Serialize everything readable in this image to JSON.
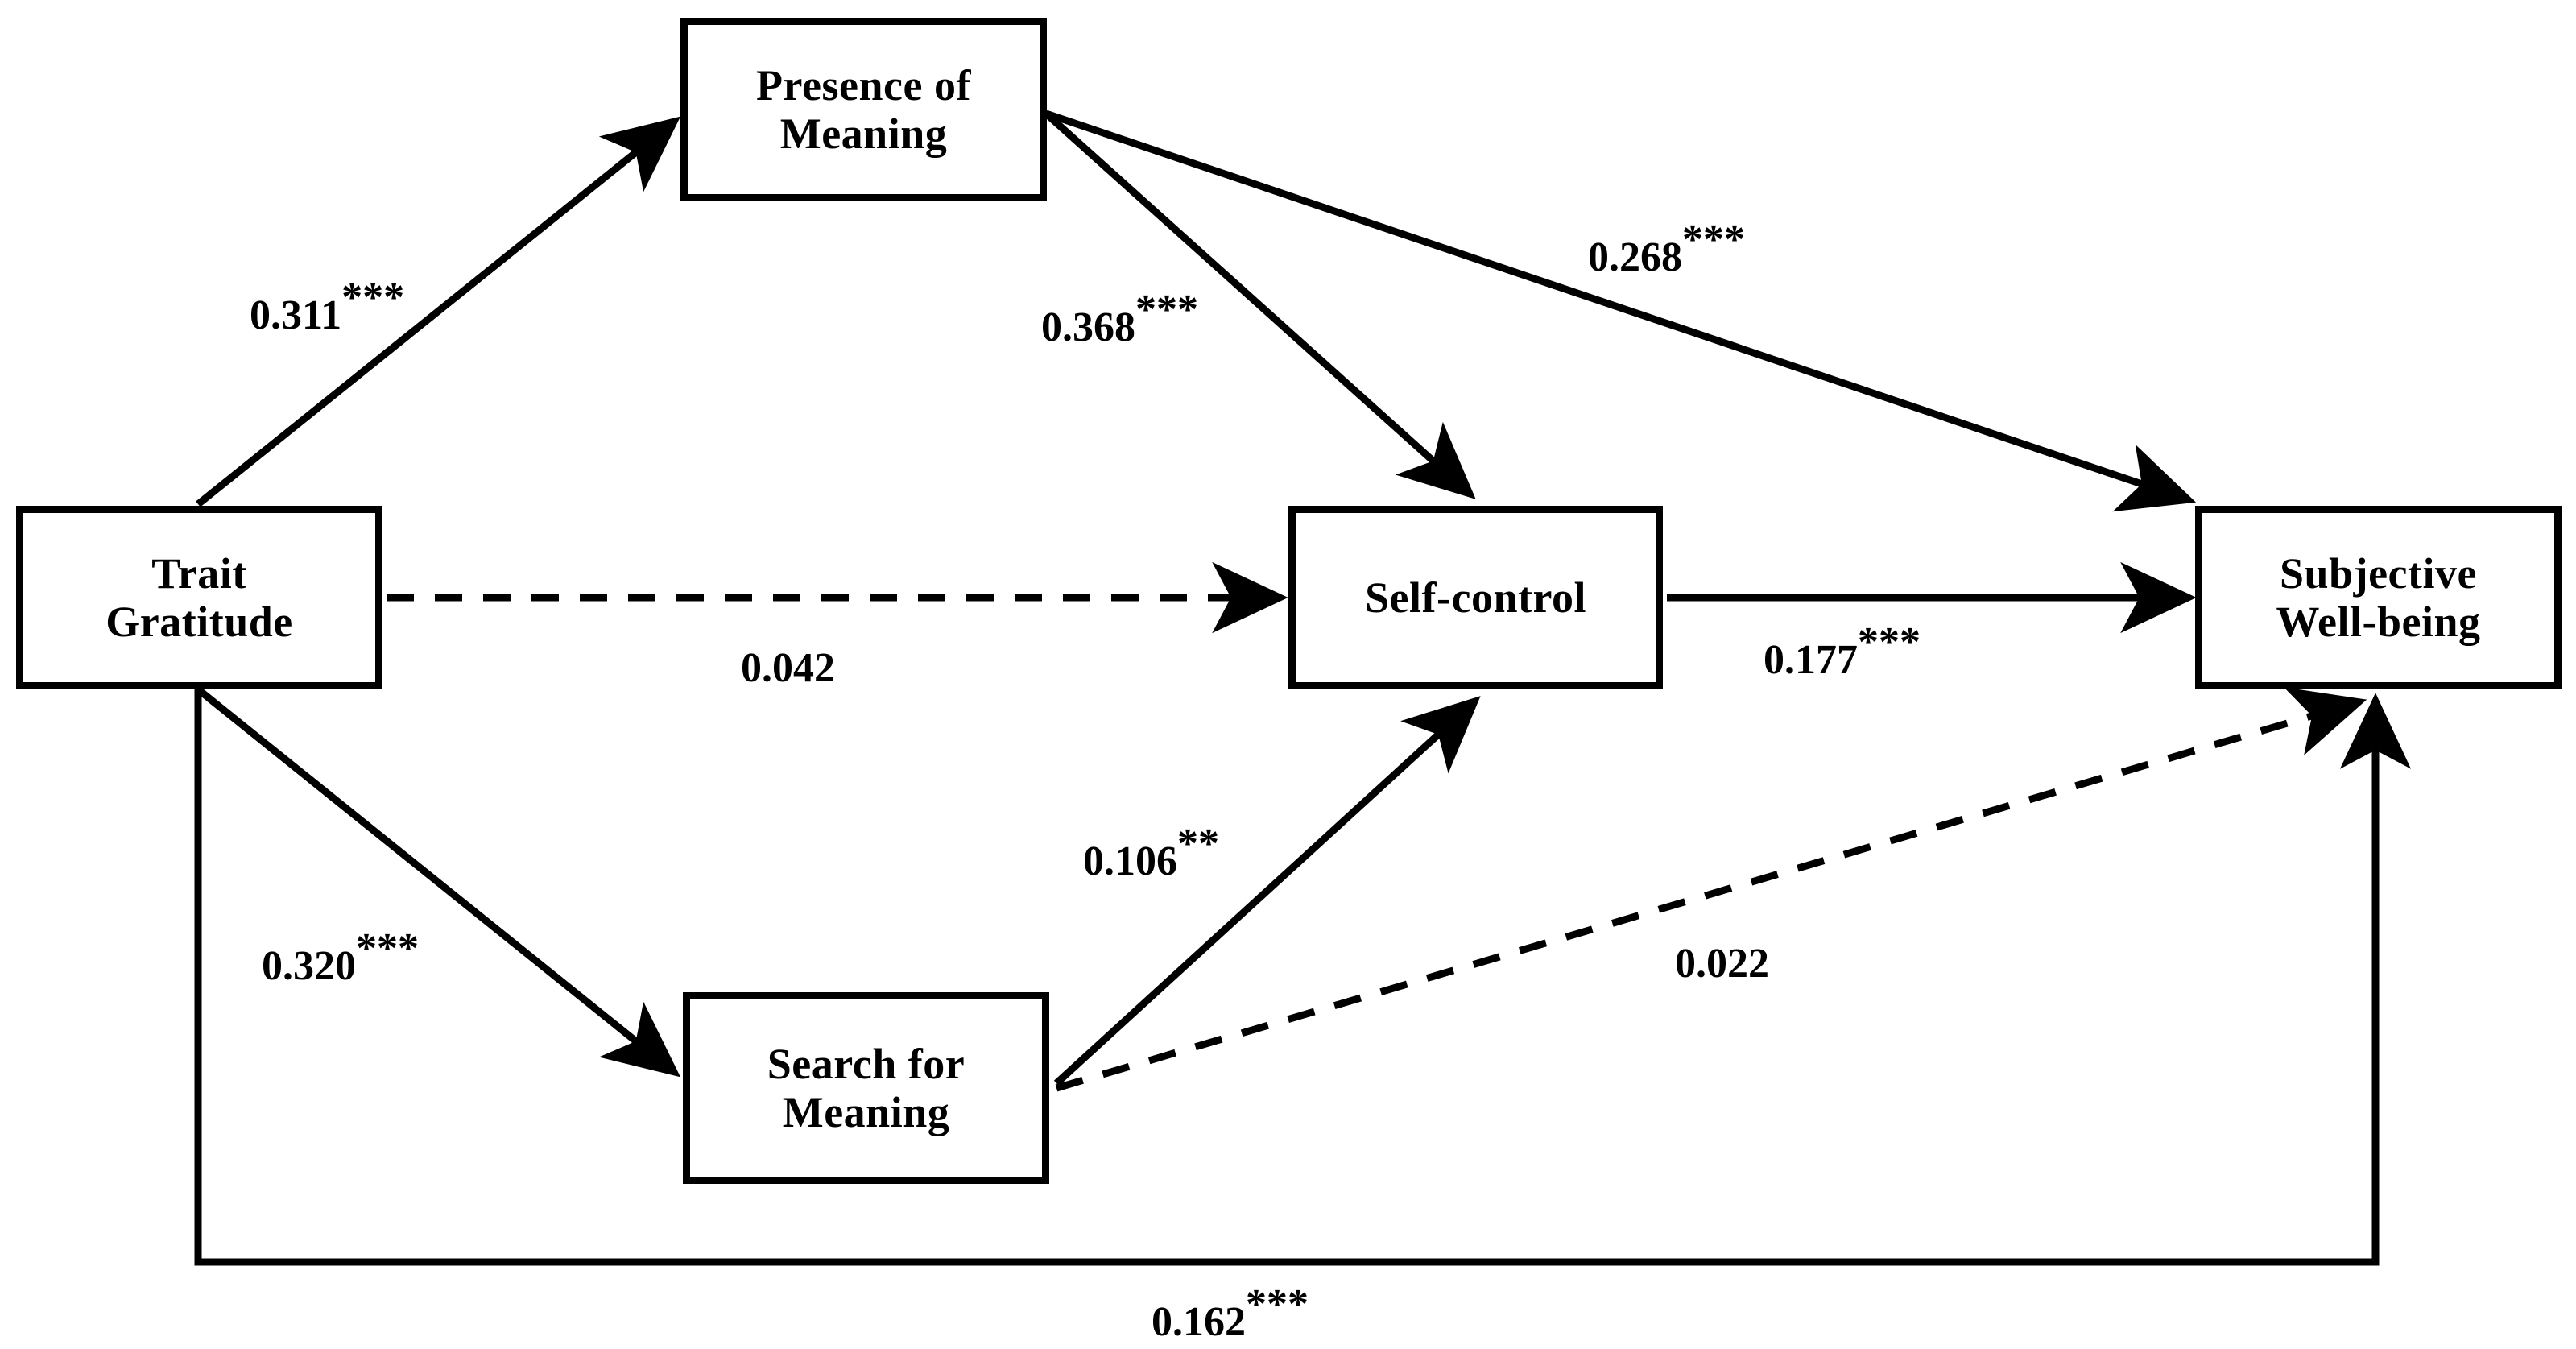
{
  "diagram": {
    "type": "path-analysis-model",
    "background_color": "#ffffff",
    "line_color": "#000000",
    "nodes": [
      {
        "id": "trait_gratitude",
        "label": "Trait\nGratitude"
      },
      {
        "id": "presence_meaning",
        "label": "Presence of\nMeaning"
      },
      {
        "id": "search_meaning",
        "label": "Search for\nMeaning"
      },
      {
        "id": "self_control",
        "label": "Self-control"
      },
      {
        "id": "subjective_wb",
        "label": "Subjective\nWell-being"
      }
    ],
    "edges": [
      {
        "id": "tg_to_pom",
        "from": "trait_gratitude",
        "to": "presence_meaning",
        "coefficient": "0.311",
        "stars": "***",
        "style": "solid"
      },
      {
        "id": "pom_to_sc",
        "from": "presence_meaning",
        "to": "self_control",
        "coefficient": "0.368",
        "stars": "***",
        "style": "solid"
      },
      {
        "id": "pom_to_swb",
        "from": "presence_meaning",
        "to": "subjective_wb",
        "coefficient": "0.268",
        "stars": "***",
        "style": "solid"
      },
      {
        "id": "tg_to_sc",
        "from": "trait_gratitude",
        "to": "self_control",
        "coefficient": "0.042",
        "stars": "",
        "style": "dashed"
      },
      {
        "id": "sc_to_swb",
        "from": "self_control",
        "to": "subjective_wb",
        "coefficient": "0.177",
        "stars": "***",
        "style": "solid"
      },
      {
        "id": "tg_to_sfm",
        "from": "trait_gratitude",
        "to": "search_meaning",
        "coefficient": "0.320",
        "stars": "***",
        "style": "solid"
      },
      {
        "id": "sfm_to_sc",
        "from": "search_meaning",
        "to": "self_control",
        "coefficient": "0.106",
        "stars": "**",
        "style": "solid"
      },
      {
        "id": "sfm_to_swb",
        "from": "search_meaning",
        "to": "subjective_wb",
        "coefficient": "0.022",
        "stars": "",
        "style": "dashed"
      },
      {
        "id": "tg_to_swb",
        "from": "trait_gratitude",
        "to": "subjective_wb",
        "coefficient": "0.162",
        "stars": "***",
        "style": "solid"
      }
    ]
  }
}
